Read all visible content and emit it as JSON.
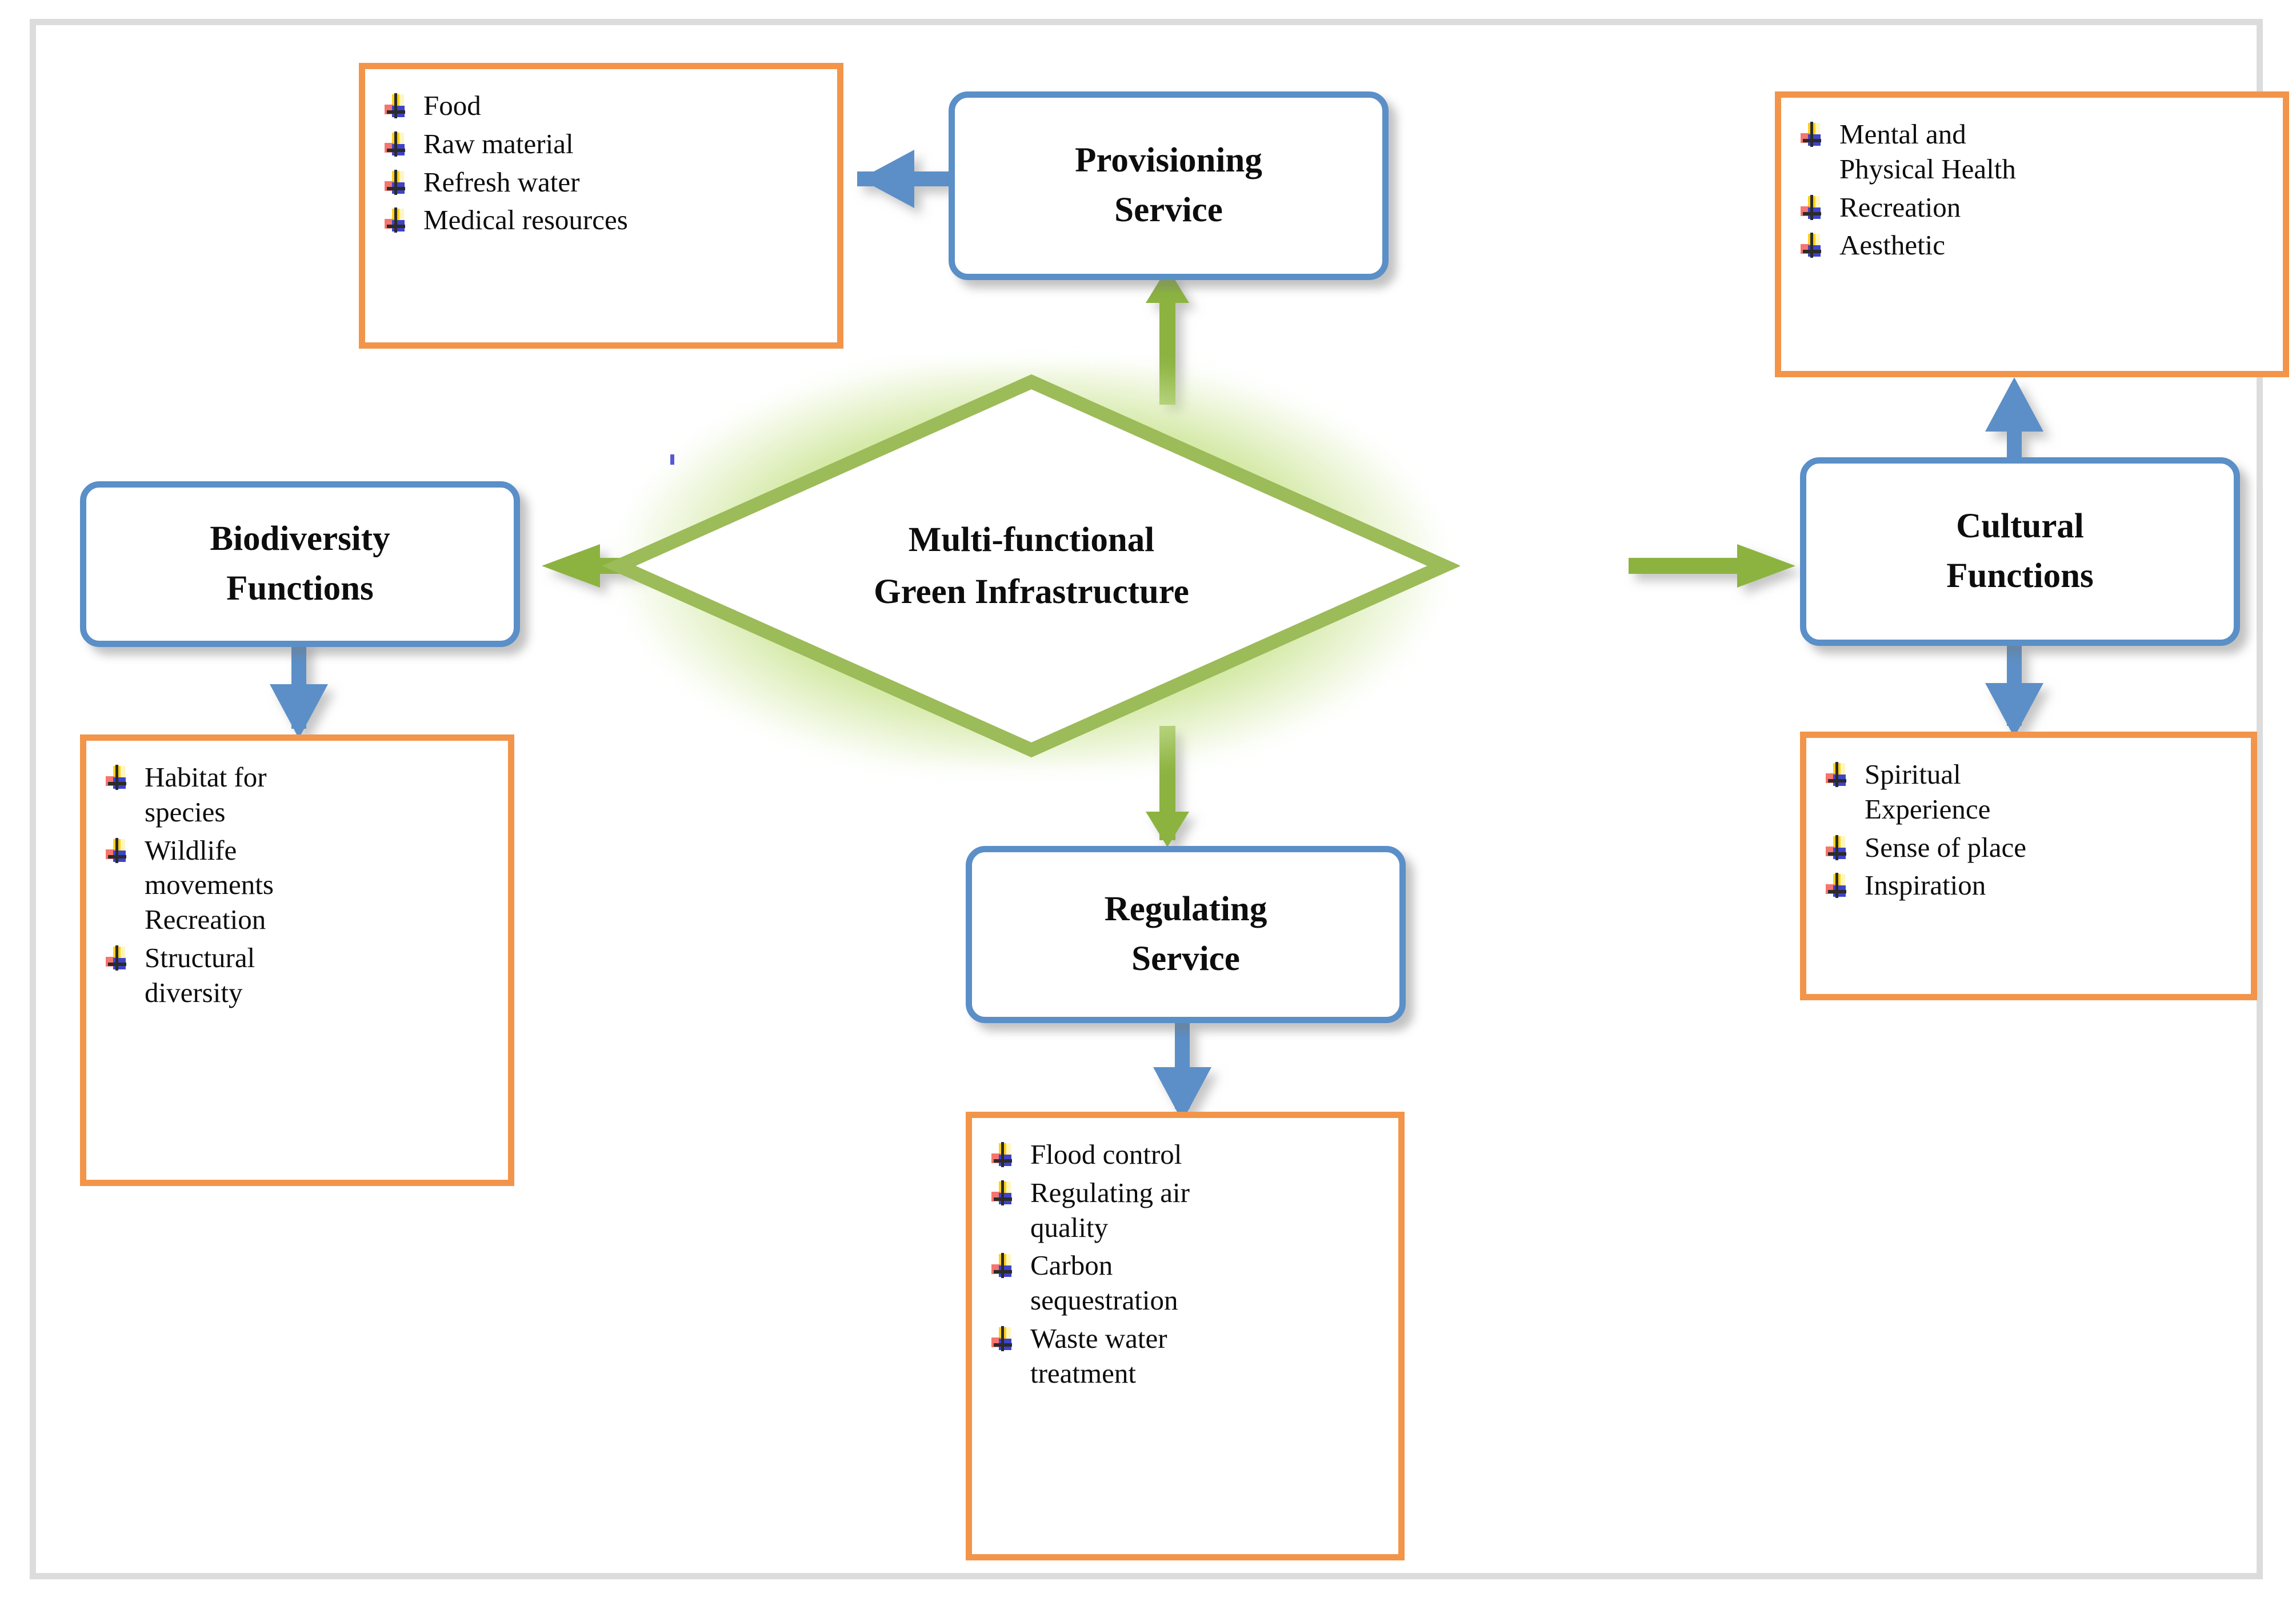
{
  "colors": {
    "orange_border": "#F2954A",
    "blue_border": "#5B8FC7",
    "green_arrow": "#8CB33F",
    "diamond_glow": "#CDE49A",
    "frame_gray": "#DCDCDC",
    "text": "#0D0D0D"
  },
  "center": {
    "line1": "Multi-functional",
    "line2": "Green Infrastructure"
  },
  "nodes": {
    "provisioning": {
      "line1": "Provisioning",
      "line2": "Service"
    },
    "biodiversity": {
      "line1": "Biodiversity",
      "line2": "Functions"
    },
    "cultural": {
      "line1": "Cultural",
      "line2": "Functions"
    },
    "regulating": {
      "line1": "Regulating",
      "line2": "Service"
    }
  },
  "lists": {
    "provisioning_items": [
      "Food",
      " Raw material",
      "Refresh water",
      "Medical resources"
    ],
    "cultural_top_items": [
      "Mental and\nPhysical Health",
      "Recreation",
      "Aesthetic"
    ],
    "biodiversity_items": [
      "Habitat for\nspecies",
      "Wildlife\nmovements\nRecreation",
      "Structural\ndiversity"
    ],
    "cultural_bottom_items": [
      "Spiritual\nExperience",
      "Sense of place",
      "Inspiration"
    ],
    "regulating_items": [
      "Flood control",
      "Regulating air\nquality",
      "Carbon\nsequestration",
      "Waste water\ntreatment"
    ]
  },
  "icons": {
    "bullet": "arrow-bullet-icon"
  },
  "chart_data": {
    "type": "diagram",
    "title": "Multi-functional Green Infrastructure",
    "layout": "hub-and-spoke diamond with four service nodes and five detail lists",
    "hub": "Multi-functional Green Infrastructure",
    "edges": [
      {
        "from": "Multi-functional Green Infrastructure",
        "to": "Provisioning Service",
        "color": "#8CB33F",
        "direction": "up"
      },
      {
        "from": "Multi-functional Green Infrastructure",
        "to": "Biodiversity Functions",
        "color": "#8CB33F",
        "direction": "left"
      },
      {
        "from": "Multi-functional Green Infrastructure",
        "to": "Cultural Functions",
        "color": "#8CB33F",
        "direction": "right"
      },
      {
        "from": "Multi-functional Green Infrastructure",
        "to": "Regulating Service",
        "color": "#8CB33F",
        "direction": "down"
      },
      {
        "from": "Provisioning Service",
        "to": "Provisioning list",
        "color": "#5B8FC7",
        "direction": "left"
      },
      {
        "from": "Biodiversity Functions",
        "to": "Biodiversity list",
        "color": "#5B8FC7",
        "direction": "down"
      },
      {
        "from": "Cultural Functions",
        "to": "Mental and Physical Health list",
        "color": "#5B8FC7",
        "direction": "up"
      },
      {
        "from": "Cultural Functions",
        "to": "Spiritual Experience list",
        "color": "#5B8FC7",
        "direction": "down"
      },
      {
        "from": "Regulating Service",
        "to": "Regulating list",
        "color": "#5B8FC7",
        "direction": "down"
      }
    ]
  }
}
